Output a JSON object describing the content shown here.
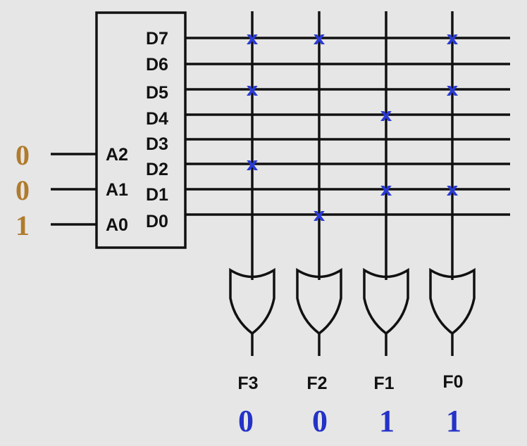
{
  "decoder": {
    "inputs": [
      {
        "name": "A2",
        "value": "0"
      },
      {
        "name": "A1",
        "value": "0"
      },
      {
        "name": "A0",
        "value": "1"
      }
    ],
    "outputs": [
      "D7",
      "D6",
      "D5",
      "D4",
      "D3",
      "D2",
      "D1",
      "D0"
    ]
  },
  "gates": [
    {
      "name": "F3",
      "value": "0",
      "connections": [
        "D7",
        "D5",
        "D2"
      ]
    },
    {
      "name": "F2",
      "value": "0",
      "connections": [
        "D7",
        "D0"
      ]
    },
    {
      "name": "F1",
      "value": "1",
      "connections": [
        "D4",
        "D1"
      ]
    },
    {
      "name": "F0",
      "value": "1",
      "connections": [
        "D7",
        "D5",
        "D1"
      ]
    }
  ],
  "connection_mark": "x",
  "colors": {
    "background": "#e6e6e6",
    "input_values": "#b07b2c",
    "output_values": "#2432c8",
    "marks": "#2a3ad6"
  }
}
